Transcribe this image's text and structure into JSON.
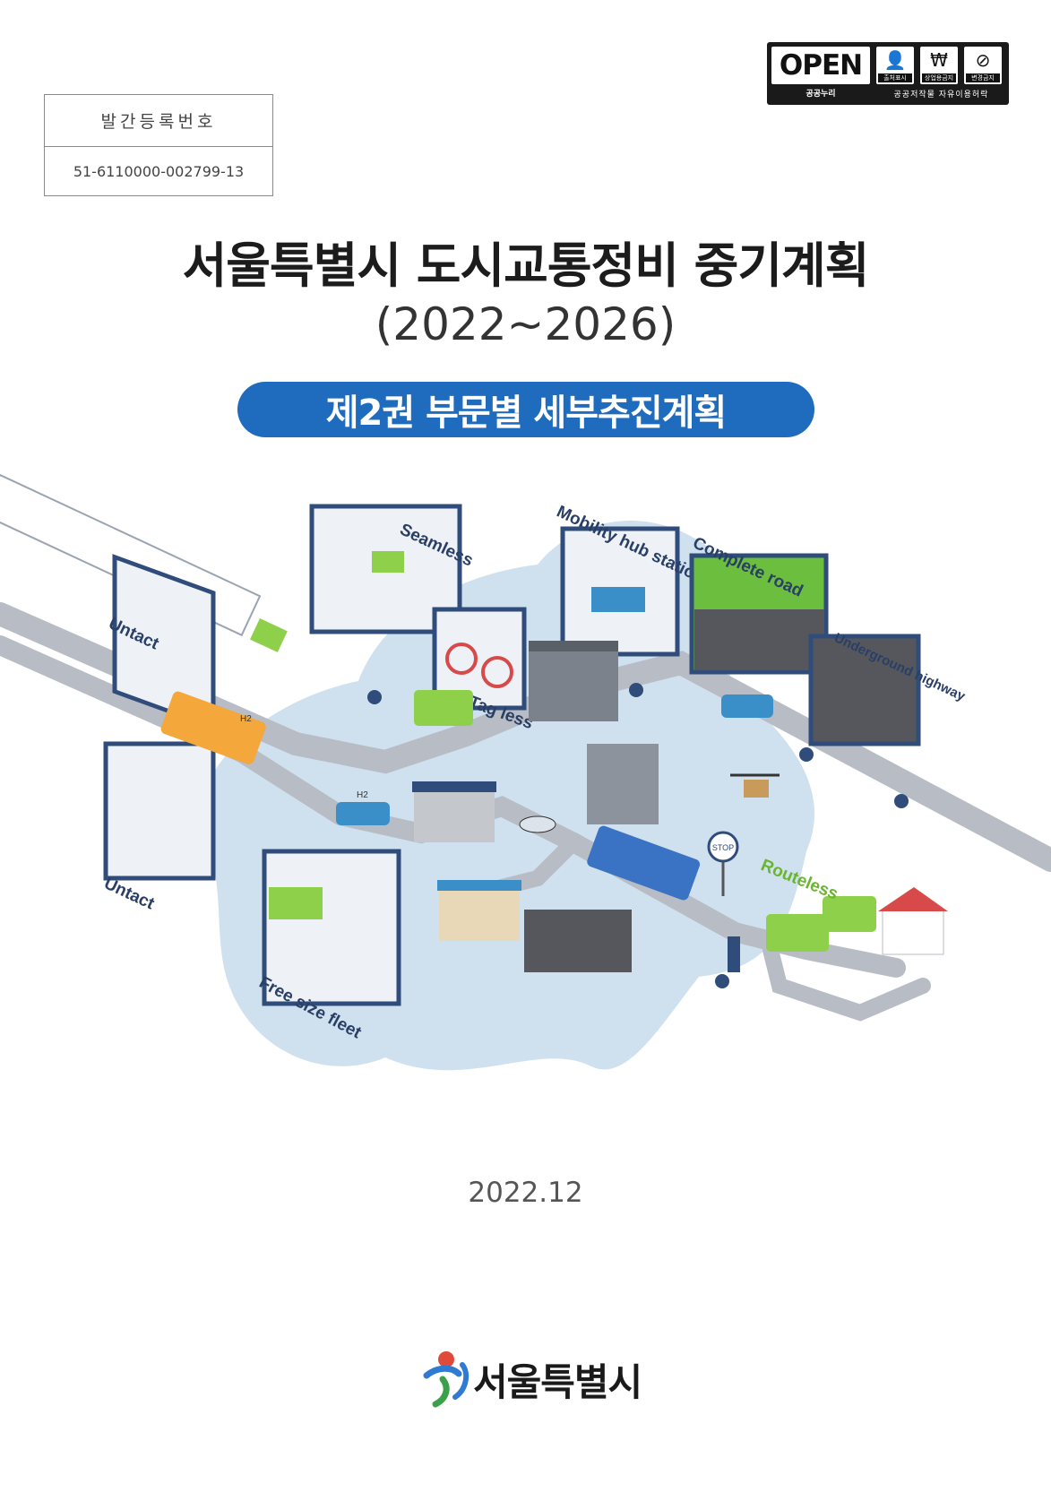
{
  "registration": {
    "label": "발간등록번호",
    "number": "51-6110000-002799-13"
  },
  "license": {
    "open_text": "OPEN",
    "open_sub": "공공누리",
    "icons": [
      {
        "name": "attribution-icon",
        "glyph": "👤",
        "text": "출처표시"
      },
      {
        "name": "noncommercial-icon",
        "glyph": "₩",
        "text": "상업용금지"
      },
      {
        "name": "no-derivatives-icon",
        "glyph": "⊘",
        "text": "변경금지"
      }
    ],
    "sub": "공공저작물 자유이용허락"
  },
  "title": "서울특별시 도시교통정비 중기계획",
  "period": "(2022~2026)",
  "volume": "제2권 부문별 세부추진계획",
  "illustration": {
    "labels": {
      "seamless": "Seamless",
      "mobility_hub": "Mobility hub station",
      "complete_road": "Complete road",
      "underground": "Underground highway",
      "untact_1": "Untact",
      "untact_2": "Untact",
      "tagless": "Tag less",
      "h2_bus": "H2",
      "h2_car": "H2",
      "stop": "STOP",
      "routeless": "Routeless",
      "free_size": "Free size fleet"
    }
  },
  "date": "2022.12",
  "logo": {
    "text": "서울특별시"
  }
}
